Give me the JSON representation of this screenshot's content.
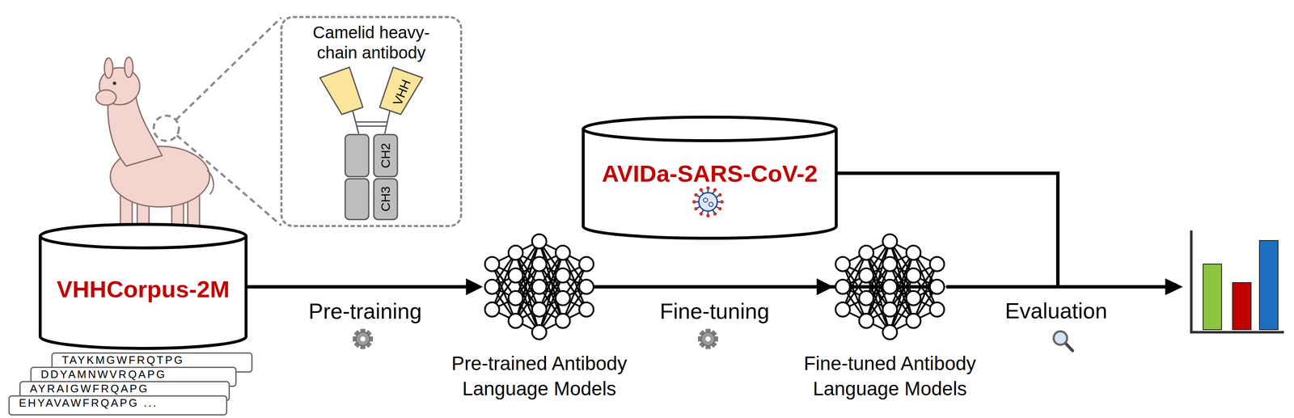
{
  "diagram": {
    "nodes": [
      {
        "text": [
          "Camelid heavy-chain antibody"
        ]
      },
      {
        "text": [
          "VHHCorpus-2M"
        ]
      },
      {
        "text": [
          "TAYKMGWFRQTPG"
        ]
      },
      {
        "text": [
          "DDYAMNWVRQAPG"
        ]
      },
      {
        "text": [
          "AYRAIGWFRQAPG"
        ]
      },
      {
        "text": [
          "EHYAVAWFRQAPG ..."
        ]
      },
      {
        "text": [
          "Pre-trained Antibody Language Models"
        ]
      },
      {
        "text": [
          "AVIDa-SARS-CoV-2"
        ]
      },
      {
        "text": [
          "Fine-tuned Antibody Language Models"
        ]
      }
    ],
    "edges": [
      {
        "from": 1,
        "to": 6,
        "label": "Pre-training",
        "arrow": "to"
      },
      {
        "from": 6,
        "to": 8,
        "label": "Fine-tuning",
        "arrow": "to"
      },
      {
        "from": 7,
        "to": 8,
        "arrow": "to"
      }
    ],
    "labels": [
      "VHH",
      "CH2",
      "CH3",
      "Evaluation"
    ]
  }
}
